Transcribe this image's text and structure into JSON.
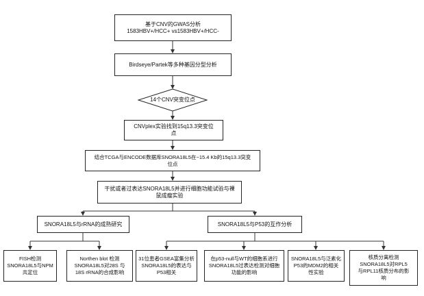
{
  "nodes": {
    "gwas": {
      "lines": [
        "基于CNV的GWAS分析",
        "1583HBV+/HCC+ vs1583HBV+/HCC-"
      ]
    },
    "genotyping": {
      "lines": [
        "Birdseye/Partek等多种基因分型分析"
      ]
    },
    "cnv_sites": {
      "lines": [
        "14个CNV突变位点"
      ]
    },
    "cnvplex": {
      "lines": [
        "CNVplex实验找到15q13.3突变位",
        "点"
      ]
    },
    "tcga_encode": {
      "lines": [
        "结合TCGA与ENCODE数据库SNORA18L5在~15.4 Kb的15q13.3突变",
        "位点"
      ]
    },
    "functional_assay": {
      "lines": [
        "干扰或者过表达SNORA18L5并进行细胞功能试验与裸",
        "鼠成瘤实验"
      ]
    },
    "rrna_maturation": {
      "lines": [
        "SNORA18L5与rRNA的成熟研究"
      ]
    },
    "p53_interaction": {
      "lines": [
        "SNORA18L5与P53的互作分析"
      ]
    },
    "fish": {
      "lines": [
        "FISH检测",
        "SNORA18L5与NPM",
        "共定位"
      ]
    },
    "northern_blot": {
      "lines": [
        "Northen blot 检测",
        "SNORA18L5对28S 与",
        "18S rRNA的合成影响"
      ]
    },
    "gsea": {
      "lines": [
        "31位患者GSEA富集分析",
        "SNORA18L5的表达与",
        "P53相关"
      ]
    },
    "p53_null_wt": {
      "lines": [
        "在p53-null与WT的细胞系进行",
        "SNORA18L5过表达检测对细胞",
        "功能的影响"
      ]
    },
    "mdm2": {
      "lines": [
        "SNORA18L5与泛素化",
        "P53的MDM2的相关",
        "性实验"
      ]
    },
    "nucleocytoplasmic": {
      "lines": [
        "核质分离检测",
        "SNORA18L5对RPL5",
        "与RPL11核质分布的影",
        "响"
      ]
    }
  },
  "colors": {
    "line": "#333333",
    "box_border": "#222222",
    "box_fill": "#ffffff"
  }
}
